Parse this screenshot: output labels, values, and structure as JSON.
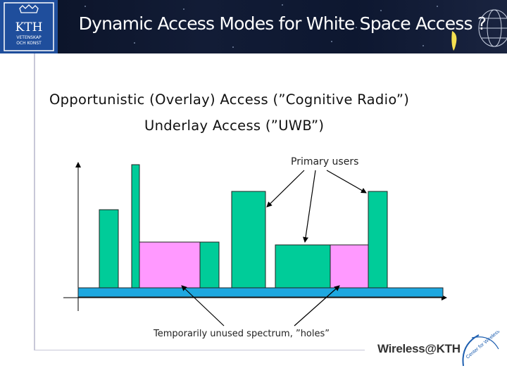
{
  "header": {
    "title": "Dynamic Access Modes for White Space Access ?",
    "logo_text_main": "KTH",
    "logo_text_sub1": "VETENSKAP",
    "logo_text_sub2": "OCH KONST"
  },
  "content": {
    "line1": "Opportunistic (Overlay) Access (”Cognitive Radio”)",
    "line2": "Underlay Access (”UWB”)"
  },
  "diagram": {
    "label_primary": "Primary users",
    "label_holes": "Temporarily unused spectrum, ”holes”",
    "colors": {
      "primary": "#00cc99",
      "hole": "#ff99ff",
      "underlay": "#1ea8e0"
    }
  },
  "footer": {
    "brand": "Wireless@KTH",
    "seal_text": "Center for Wireless Systems"
  }
}
